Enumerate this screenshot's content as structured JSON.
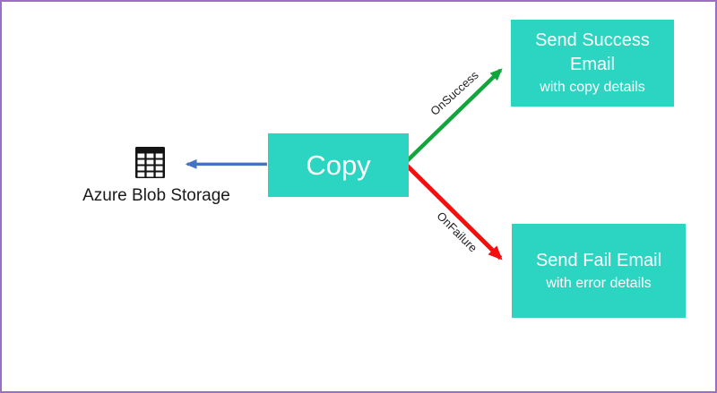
{
  "diagram": {
    "canvas": {
      "background": "#FFFFFF",
      "border_color": "#9C6FC6"
    },
    "nodes": {
      "copy": {
        "label": "Copy",
        "fill": "#2BD5C2",
        "text_color": "#FFFFFF"
      },
      "success_email": {
        "title": "Send Success Email",
        "subtitle": "with copy details",
        "fill": "#2BD5C2",
        "text_color": "#FFFFFF"
      },
      "fail_email": {
        "title": "Send Fail Email",
        "subtitle": "with error details",
        "fill": "#2BD5C2",
        "text_color": "#FFFFFF"
      },
      "azure_blob_storage": {
        "label": "Azure Blob Storage",
        "icon": "table-icon",
        "icon_color": "#141414",
        "text_color": "#1A1A1A"
      }
    },
    "edges": {
      "copy_to_blob": {
        "color": "#4472C4"
      },
      "on_success": {
        "label": "OnSuccess",
        "color": "#12A53C"
      },
      "on_failure": {
        "label": "OnFailure",
        "color": "#F60D0D"
      }
    }
  }
}
